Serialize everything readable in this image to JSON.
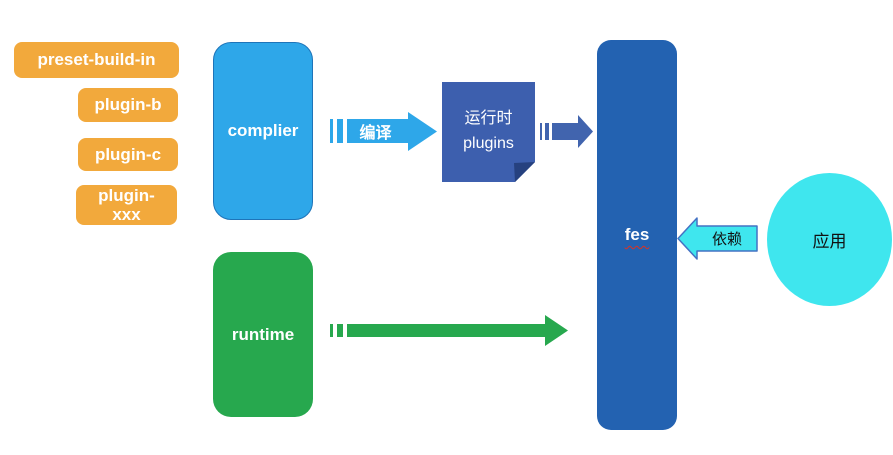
{
  "diagram": {
    "badges": [
      {
        "label": "preset-build-in"
      },
      {
        "label": "plugin-b"
      },
      {
        "label": "plugin-c"
      },
      {
        "label": "plugin-\nxxx"
      }
    ],
    "nodes": {
      "complier": "complier",
      "runtime": "runtime",
      "fes": "fes",
      "app": "应用",
      "runtime_plugins": {
        "line1": "运行时",
        "line2": "plugins"
      }
    },
    "arrows": {
      "compile": "编译",
      "depends": "依赖"
    },
    "colors": {
      "badge_orange": "#F2A93C",
      "light_blue": "#2EA7E9",
      "light_blue_border": "#1E74B9",
      "green": "#27A84E",
      "note_blue": "#3D5FAE",
      "note_fold_blue": "#26417F",
      "fes_blue": "#2362B1",
      "small_arrow_blue": "#4164AE",
      "cyan": "#3FE6EE",
      "cyan_border": "#4472C4",
      "spellcheck_red": "#E0311E",
      "text_white": "#FFFFFF",
      "text_black": "#111111"
    }
  }
}
